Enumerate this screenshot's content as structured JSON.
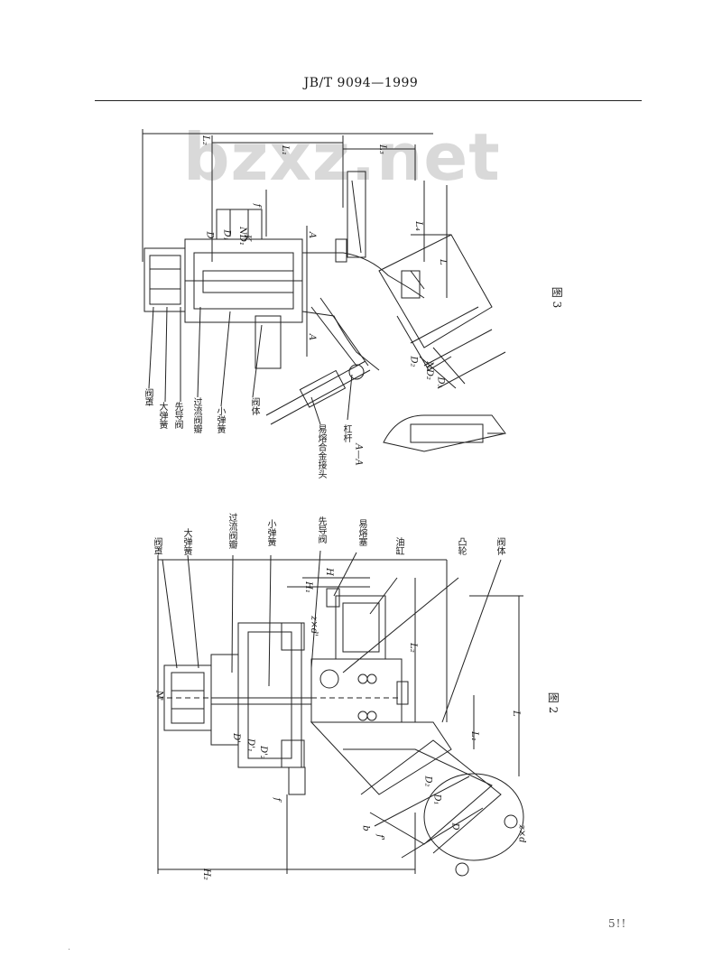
{
  "header": {
    "title": "JB/T 9094—1999"
  },
  "watermark": "bzxz.net",
  "page_number": "5!!",
  "figure3": {
    "caption": "图 3",
    "labels": [
      "阀罩",
      "大弹簧",
      "先导阀",
      "过流阀瓣",
      "小弹簧",
      "阀体",
      "易熔合金接头",
      "杠杆",
      "A—A"
    ],
    "dims": [
      "L₂",
      "L₁",
      "L₃",
      "L₄",
      "D",
      "D₁",
      "ND₁",
      "D₂",
      "ND₂",
      "D₃",
      "K",
      "f",
      "L",
      "A",
      "A"
    ]
  },
  "figure2": {
    "caption": "图 2",
    "labels": [
      "阀罩",
      "大弹簧",
      "过流阀瓣",
      "小弹簧",
      "先导阀",
      "易熔塞",
      "油缸",
      "凸轮",
      "阀体"
    ],
    "dims": [
      "H",
      "H₁",
      "H₂",
      "N'",
      "D'",
      "D'₁",
      "D'₂",
      "D",
      "D₁",
      "D₂",
      "L",
      "L₁",
      "L₂",
      "z×d",
      "z×d'",
      "f",
      "b",
      "f'"
    ]
  }
}
